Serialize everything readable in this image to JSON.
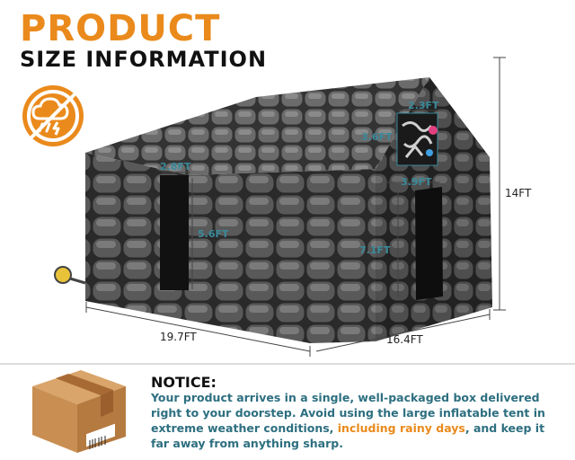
{
  "header": {
    "title": "PRODUCT",
    "subtitle": "SIZE INFORMATION",
    "accent_color": "#ea8a1c",
    "warning_icon": "no-rain-icon"
  },
  "dimensions": {
    "door_width": "2.8FT",
    "door_height": "5.6FT",
    "window_width": "2.3FT",
    "window_height": "3.6FT",
    "front_door_width": "3.9FT",
    "front_door_height": "7.1FT",
    "total_height": "14FT",
    "length": "19.7FT",
    "width": "16.4FT"
  },
  "notice": {
    "title": "NOTICE:",
    "text_part1": "Your product arrives in a single, well-packaged box delivered right to your doorstep. Avoid using the large inflatable tent in extreme weather conditions, ",
    "highlight": "including rainy days",
    "text_part2": ", and keep it far away from anything sharp.",
    "text_color": "#2d6f80",
    "highlight_color": "#ea8a1c",
    "box_icon": "cardboard-box-icon"
  }
}
